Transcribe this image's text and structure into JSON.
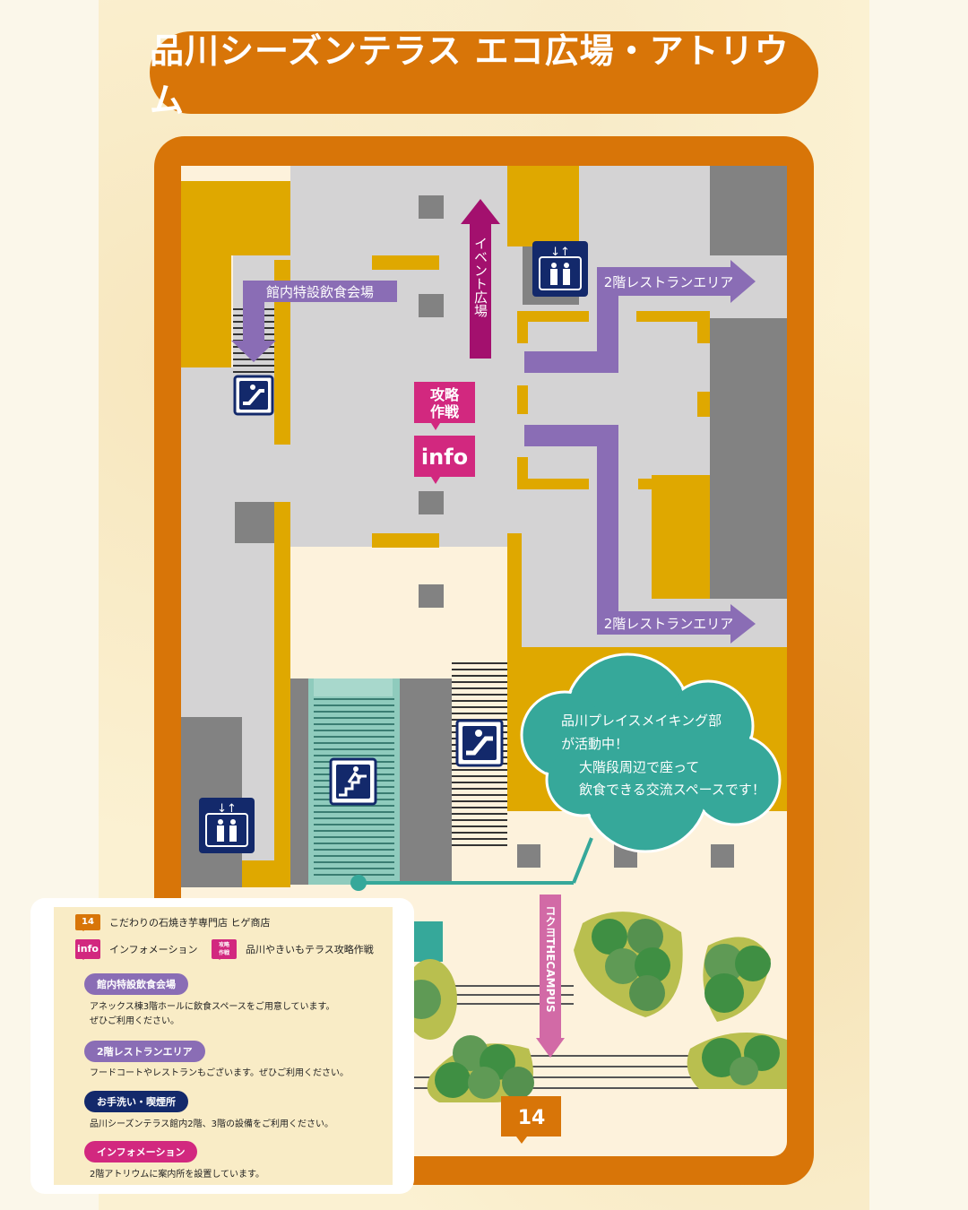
{
  "title": "品川シーズンテラス エコ広場・アトリウム",
  "map": {
    "labels": {
      "dining_hall": "館内特設飲食会場",
      "restaurant_area_top": "2階レストランエリア",
      "restaurant_area_bottom": "2階レストランエリア",
      "event_plaza": "イベント広場",
      "strategy": "攻略作戦",
      "strategy_l1": "攻略",
      "strategy_l2": "作戦",
      "info": "info",
      "campus": "コクヨTHECAMPUS",
      "shop_number": "14"
    },
    "bubble": {
      "line1": "品川プレイスメイキング部",
      "line2": "が活動中！",
      "line3": "大階段周辺で座って",
      "line4": "飲食できる交流スペースです！"
    },
    "icons": [
      "elevator-icon",
      "escalator-icon",
      "emergency-exit-stairs-icon"
    ]
  },
  "legend": {
    "shop_number": "14",
    "shop_name": "こだわりの石焼き芋専門店 ヒゲ商店",
    "info_tag": "info",
    "info_label": "インフォメーション",
    "strategy_tag_l1": "攻略",
    "strategy_tag_l2": "作戦",
    "strategy_label": "品川やきいもテラス攻略作戦",
    "items": [
      {
        "label": "館内特設飲食会場",
        "desc1": "アネックス棟3階ホールに飲食スペースをご用意しています。",
        "desc2": "ぜひご利用ください。",
        "color": "#8a6db5"
      },
      {
        "label": "2階レストランエリア",
        "desc1": "フードコートやレストランもございます。ぜひご利用ください。",
        "color": "#8a6db5"
      },
      {
        "label": "お手洗い・喫煙所",
        "desc1": "品川シーズンテラス館内2階、3階の設備をご利用ください。",
        "color": "#13296b"
      },
      {
        "label": "インフォメーション",
        "desc1": "2階アトリウムに案内所を設置しています。",
        "color": "#d2287f"
      }
    ]
  },
  "colors": {
    "orange": "#d87508",
    "gold": "#dfa800",
    "gray": "#d4d3d4",
    "dark_gray": "#828282",
    "purple": "#8a6db5",
    "magenta": "#a3106e",
    "pink": "#d2287f",
    "teal": "#36a89a",
    "navy": "#13296b"
  }
}
